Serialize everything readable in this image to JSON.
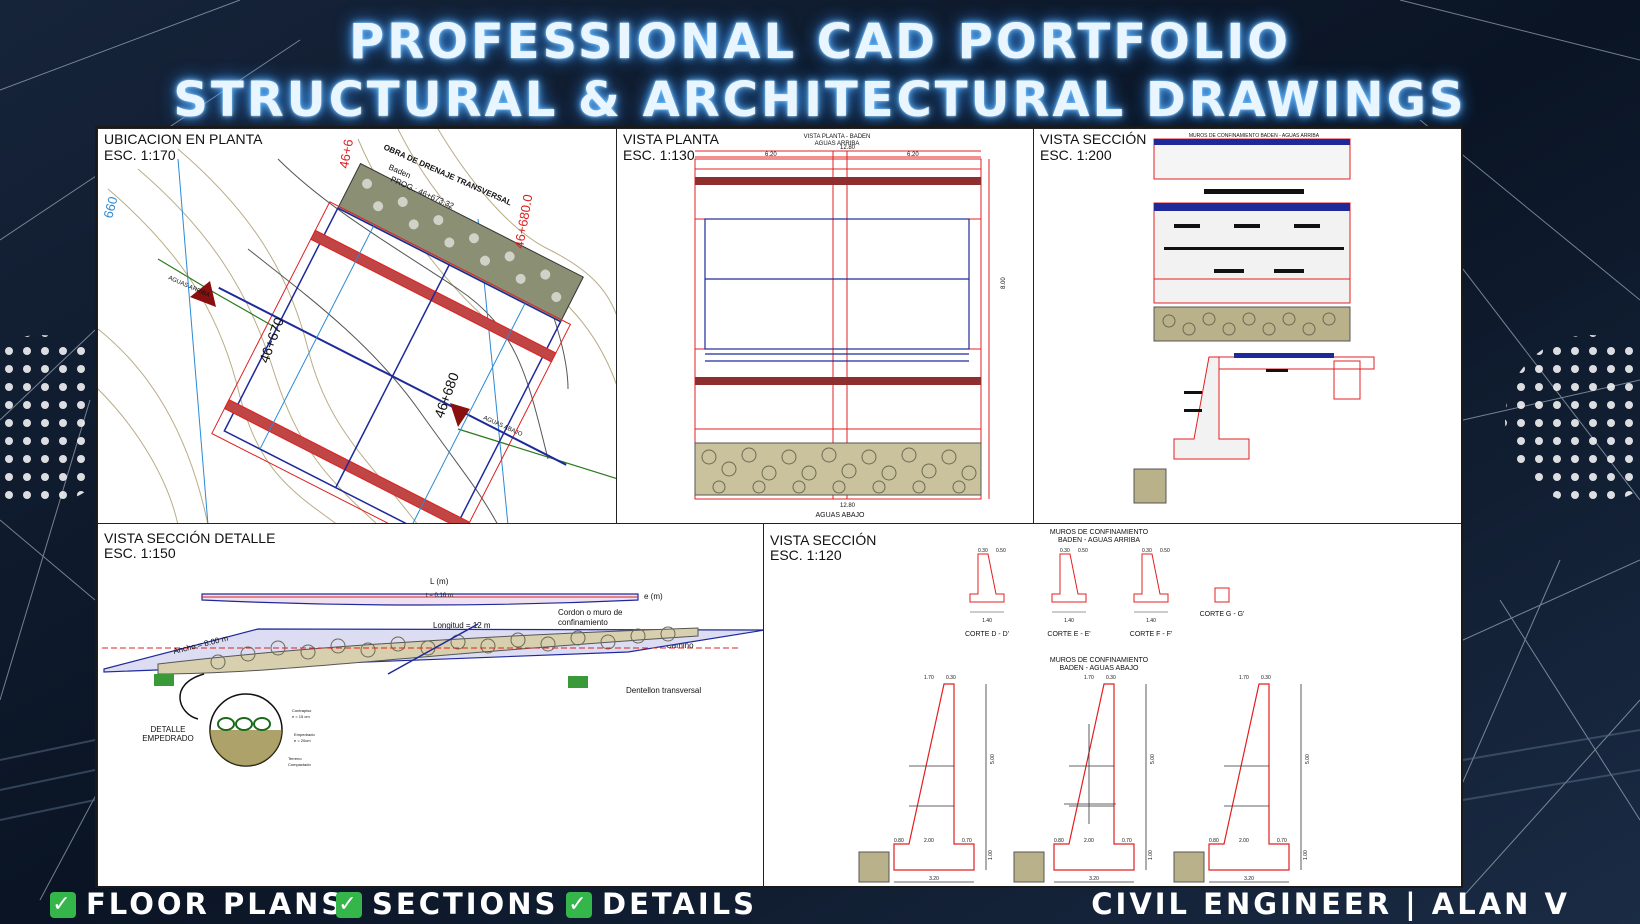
{
  "header": {
    "title_line1": "PROFESSIONAL CAD PORTFOLIO",
    "title_line2": "STRUCTURAL & ARCHITECTURAL DRAWINGS"
  },
  "panels": {
    "ubicacion": {
      "title": "UBICACION EN PLANTA",
      "scale": "ESC. 1:170",
      "labels": {
        "st1": "46+670",
        "st2": "46+680",
        "st3": "46+680.0",
        "st4": "46+6",
        "contour": "660",
        "obra": "OBRA DE DRENAJE TRANSVERSAL",
        "baden": "Baden",
        "prog": "PROG.: 46+673.32",
        "aguas_abajo": "AGUAS ABAJO",
        "aguas_arriba": "AGUAS ARRIBA"
      }
    },
    "vista_planta": {
      "title": "VISTA PLANTA",
      "scale": "ESC. 1:130",
      "labels": {
        "head1": "VISTA PLANTA - BADEN",
        "head2": "AGUAS ARRIBA",
        "foot": "AGUAS ABAJO",
        "d1": "12.80",
        "d2": "6.20",
        "d3": "6.20",
        "d4": "12.80",
        "d5": "8.00"
      }
    },
    "vista_seccion_top": {
      "title": "VISTA SECCIÓN",
      "scale": "ESC. 1:200",
      "labels": {
        "head": "MUROS DE CONFINAMIENTO BADEN - AGUAS ARRIBA"
      }
    },
    "detalle": {
      "title": "VISTA SECCIÓN DETALLE",
      "scale": "ESC. 1:150",
      "labels": {
        "L": "L (m)",
        "t": "t = 0.16 m",
        "e": "e (m)",
        "longitud": "Longitud = 12 m",
        "cordon1": "Cordon o muro de",
        "cordon2": "confinamiento",
        "camino": "Camino",
        "ancho": "Ancho = 8.00 m",
        "dentellon": "Dentellon transversal",
        "detalle1": "DETALLE",
        "detalle2": "EMPEDRADO",
        "cp1": "Contrapiso",
        "cp2": "e = 15 cm",
        "em1": "Empedrado",
        "em2": "e = 20cm",
        "tn1": "Terreno",
        "tn2": "Compactado"
      }
    },
    "vista_seccion_bottom": {
      "title": "VISTA SECCIÓN",
      "scale": "ESC. 1:120",
      "labels": {
        "muros_arriba1": "MUROS DE CONFINAMIENTO",
        "muros_arriba2": "BADEN - AGUAS ARRIBA",
        "corte_d": "CORTE D - D'",
        "corte_e": "CORTE E - E'",
        "corte_f": "CORTE F - F'",
        "corte_g": "CORTE G - G'",
        "muros_abajo1": "MUROS DE CONFINAMIENTO",
        "muros_abajo2": "BADEN - AGUAS ABAJO",
        "w170": "1.70",
        "w030": "0.30",
        "w200": "2.00",
        "w070": "0.70",
        "w080": "0.80",
        "w320": "3.20",
        "h500": "5.00",
        "h100": "1.00",
        "s140": "1.40",
        "s050": "0.50",
        "s030": "0.30"
      }
    }
  },
  "footer": {
    "items": [
      "FLOOR PLANS",
      "SECTIONS",
      "DETAILS"
    ],
    "check_symbol": "✓",
    "credit": "CIVIL ENGINEER | ALAN V"
  },
  "colors": {
    "accent_glow": "#2f8fff",
    "check_green": "#35b64a",
    "cad_red": "#e02020",
    "cad_blue": "#1f2a9a"
  }
}
